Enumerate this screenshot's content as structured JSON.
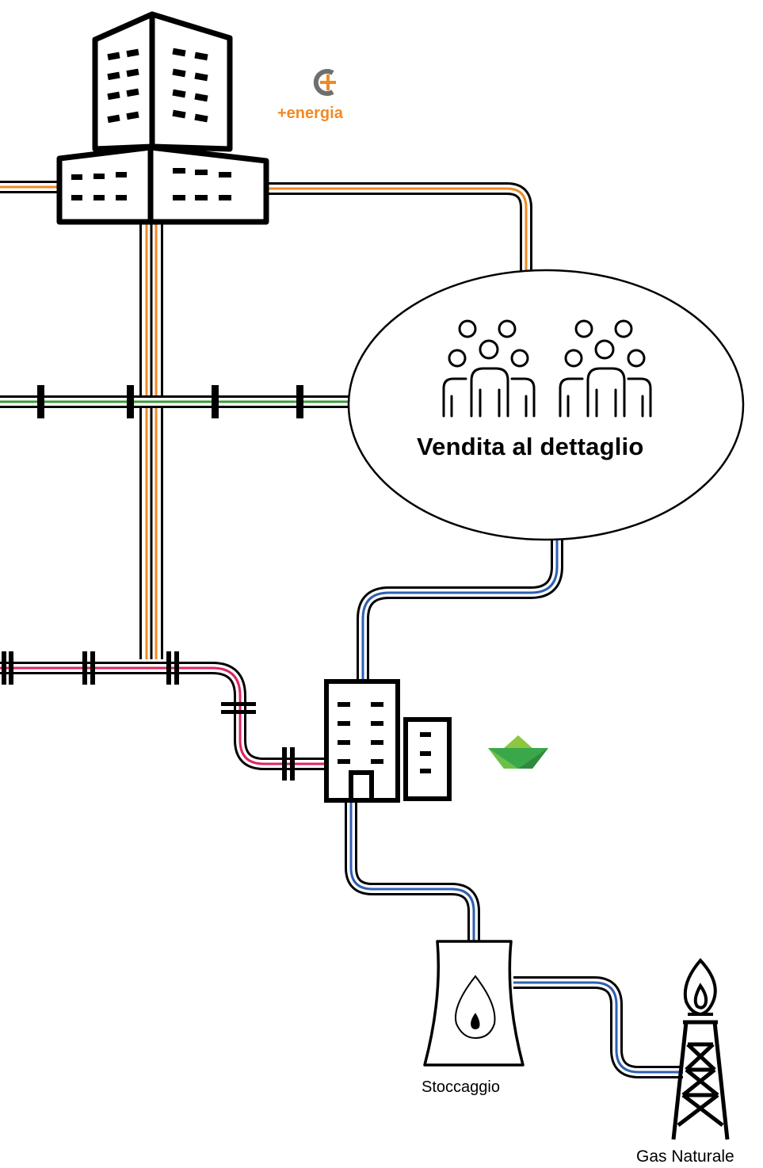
{
  "labels": {
    "retail": "Vendita al dettaglio",
    "storage": "Stoccaggio",
    "natural_gas": "Gas Naturale"
  },
  "logos": {
    "energia_text": "+energia"
  },
  "colors": {
    "electricity": "#f08a24",
    "gas": "#2f5fb3",
    "green": "#3a9a3a",
    "red": "#e0245e",
    "leaf_light": "#8dc63f",
    "leaf_dark": "#3aa84a"
  }
}
